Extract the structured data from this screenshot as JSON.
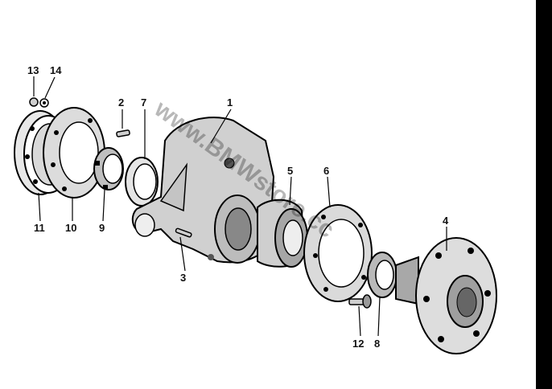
{
  "diagram": {
    "watermark": "www.BMWstore.cc",
    "callouts": [
      {
        "id": "1",
        "label": "1"
      },
      {
        "id": "2",
        "label": "2"
      },
      {
        "id": "3",
        "label": "3"
      },
      {
        "id": "4",
        "label": "4"
      },
      {
        "id": "5",
        "label": "5"
      },
      {
        "id": "6",
        "label": "6"
      },
      {
        "id": "7",
        "label": "7"
      },
      {
        "id": "8",
        "label": "8"
      },
      {
        "id": "9",
        "label": "9"
      },
      {
        "id": "10",
        "label": "10"
      },
      {
        "id": "11",
        "label": "11"
      },
      {
        "id": "12",
        "label": "12"
      },
      {
        "id": "13",
        "label": "13"
      },
      {
        "id": "14",
        "label": "14"
      }
    ]
  }
}
